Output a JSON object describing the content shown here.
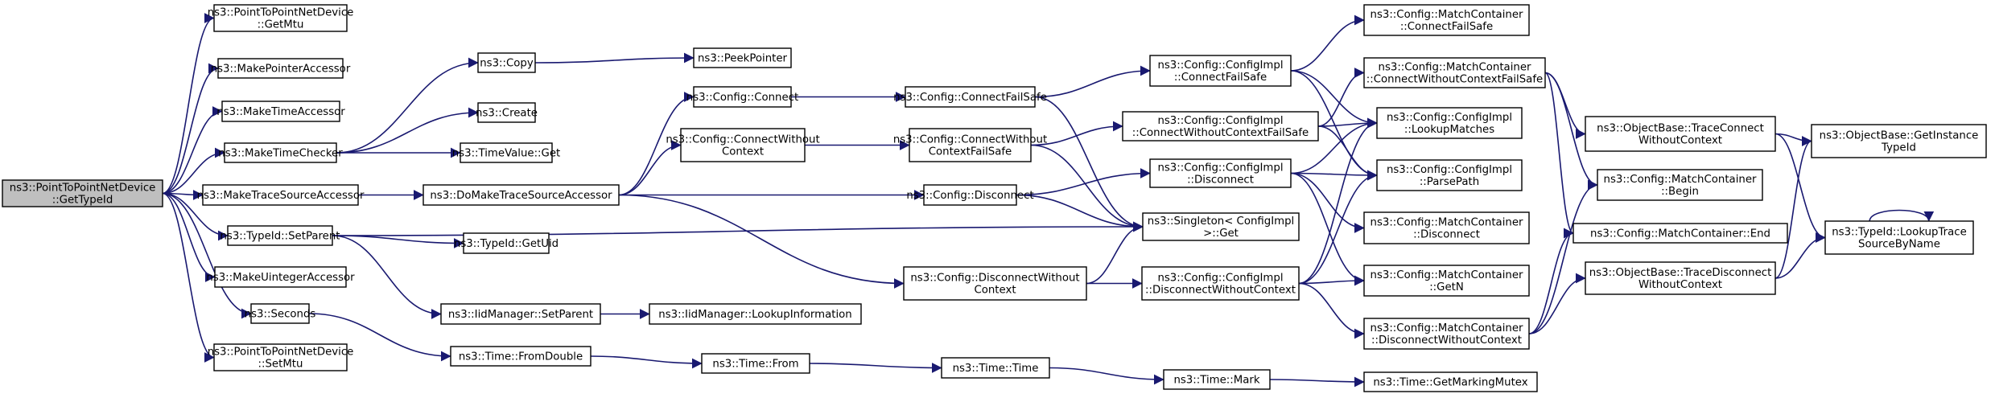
{
  "colors": {
    "edge": "#191970",
    "node_fill": "#ffffff",
    "root_fill": "#bfbfbf",
    "node_border": "#000000"
  },
  "nodes": [
    {
      "id": "root",
      "lines": [
        "ns3::PointToPointNetDevice",
        "::GetTypeId"
      ],
      "root": true
    },
    {
      "id": "getmtu",
      "lines": [
        "ns3::PointToPointNetDevice",
        "::GetMtu"
      ]
    },
    {
      "id": "mkptr",
      "lines": [
        "ns3::MakePointerAccessor"
      ]
    },
    {
      "id": "mktimeacc",
      "lines": [
        "ns3::MakeTimeAccessor"
      ]
    },
    {
      "id": "mktimechk",
      "lines": [
        "ns3::MakeTimeChecker"
      ]
    },
    {
      "id": "mktrace",
      "lines": [
        "ns3::MakeTraceSourceAccessor"
      ]
    },
    {
      "id": "setparent",
      "lines": [
        "ns3::TypeId::SetParent"
      ]
    },
    {
      "id": "mkuint",
      "lines": [
        "ns3::MakeUintegerAccessor"
      ]
    },
    {
      "id": "seconds",
      "lines": [
        "ns3::Seconds"
      ]
    },
    {
      "id": "setmtu",
      "lines": [
        "ns3::PointToPointNetDevice",
        "::SetMtu"
      ]
    },
    {
      "id": "copy",
      "lines": [
        "ns3::Copy"
      ]
    },
    {
      "id": "create",
      "lines": [
        "ns3::Create"
      ]
    },
    {
      "id": "timevalget",
      "lines": [
        "ns3::TimeValue::Get"
      ]
    },
    {
      "id": "domake",
      "lines": [
        "ns3::DoMakeTraceSourceAccessor"
      ]
    },
    {
      "id": "getuid",
      "lines": [
        "ns3::TypeId::GetUid"
      ]
    },
    {
      "id": "iidsetparent",
      "lines": [
        "ns3::IidManager::SetParent"
      ]
    },
    {
      "id": "fromdouble",
      "lines": [
        "ns3::Time::FromDouble"
      ]
    },
    {
      "id": "peek",
      "lines": [
        "ns3::PeekPointer"
      ]
    },
    {
      "id": "cfgconnect",
      "lines": [
        "ns3::Config::Connect"
      ]
    },
    {
      "id": "cfgconnwo",
      "lines": [
        "ns3::Config::ConnectWithout",
        "Context"
      ]
    },
    {
      "id": "iidlookup",
      "lines": [
        "ns3::IidManager::LookupInformation"
      ]
    },
    {
      "id": "timefrom",
      "lines": [
        "ns3::Time::From"
      ]
    },
    {
      "id": "cfgconnfs",
      "lines": [
        "ns3::Config::ConnectFailSafe"
      ]
    },
    {
      "id": "cfgconnwofs",
      "lines": [
        "ns3::Config::ConnectWithout",
        "ContextFailSafe"
      ]
    },
    {
      "id": "cfgdisc",
      "lines": [
        "ns3::Config::Disconnect"
      ]
    },
    {
      "id": "cfgdiscwo",
      "lines": [
        "ns3::Config::DisconnectWithout",
        "Context"
      ]
    },
    {
      "id": "timetime",
      "lines": [
        "ns3::Time::Time"
      ]
    },
    {
      "id": "implconnfs",
      "lines": [
        "ns3::Config::ConfigImpl",
        "::ConnectFailSafe"
      ]
    },
    {
      "id": "implconnwofs",
      "lines": [
        "ns3::Config::ConfigImpl",
        "::ConnectWithoutContextFailSafe"
      ]
    },
    {
      "id": "impldisc",
      "lines": [
        "ns3::Config::ConfigImpl",
        "::Disconnect"
      ]
    },
    {
      "id": "singleton",
      "lines": [
        "ns3::Singleton< ConfigImpl",
        ">::Get"
      ]
    },
    {
      "id": "impldiscwo",
      "lines": [
        "ns3::Config::ConfigImpl",
        "::DisconnectWithoutContext"
      ]
    },
    {
      "id": "timemark",
      "lines": [
        "ns3::Time::Mark"
      ]
    },
    {
      "id": "mcconnfs",
      "lines": [
        "ns3::Config::MatchContainer",
        "::ConnectFailSafe"
      ]
    },
    {
      "id": "mcconnwofs",
      "lines": [
        "ns3::Config::MatchContainer",
        "::ConnectWithoutContextFailSafe"
      ]
    },
    {
      "id": "lookupmatches",
      "lines": [
        "ns3::Config::ConfigImpl",
        "::LookupMatches"
      ]
    },
    {
      "id": "parsepath",
      "lines": [
        "ns3::Config::ConfigImpl",
        "::ParsePath"
      ]
    },
    {
      "id": "mcdisc",
      "lines": [
        "ns3::Config::MatchContainer",
        "::Disconnect"
      ]
    },
    {
      "id": "mcgetn",
      "lines": [
        "ns3::Config::MatchContainer",
        "::GetN"
      ]
    },
    {
      "id": "mcdiscwo",
      "lines": [
        "ns3::Config::MatchContainer",
        "::DisconnectWithoutContext"
      ]
    },
    {
      "id": "markmutex",
      "lines": [
        "ns3::Time::GetMarkingMutex"
      ]
    },
    {
      "id": "obtraceconn",
      "lines": [
        "ns3::ObjectBase::TraceConnect",
        "WithoutContext"
      ]
    },
    {
      "id": "mcbegin",
      "lines": [
        "ns3::Config::MatchContainer",
        "::Begin"
      ]
    },
    {
      "id": "mcend",
      "lines": [
        "ns3::Config::MatchContainer::End"
      ]
    },
    {
      "id": "obtracedisc",
      "lines": [
        "ns3::ObjectBase::TraceDisconnect",
        "WithoutContext"
      ]
    },
    {
      "id": "getinst",
      "lines": [
        "ns3::ObjectBase::GetInstance",
        "TypeId"
      ]
    },
    {
      "id": "lookuptrace",
      "lines": [
        "ns3::TypeId::LookupTrace",
        "SourceByName"
      ]
    }
  ],
  "edges": [
    [
      "root",
      "getmtu"
    ],
    [
      "root",
      "mkptr"
    ],
    [
      "root",
      "mktimeacc"
    ],
    [
      "root",
      "mktimechk"
    ],
    [
      "root",
      "mktrace"
    ],
    [
      "root",
      "setparent"
    ],
    [
      "root",
      "mkuint"
    ],
    [
      "root",
      "seconds"
    ],
    [
      "root",
      "setmtu"
    ],
    [
      "mktimechk",
      "copy"
    ],
    [
      "mktimechk",
      "create"
    ],
    [
      "mktimechk",
      "timevalget"
    ],
    [
      "copy",
      "peek"
    ],
    [
      "mktrace",
      "domake"
    ],
    [
      "domake",
      "cfgconnect"
    ],
    [
      "domake",
      "cfgconnwo"
    ],
    [
      "domake",
      "cfgdisc"
    ],
    [
      "domake",
      "cfgdiscwo"
    ],
    [
      "setparent",
      "getuid"
    ],
    [
      "setparent",
      "iidsetparent"
    ],
    [
      "setparent",
      "singleton"
    ],
    [
      "iidsetparent",
      "iidlookup"
    ],
    [
      "seconds",
      "fromdouble"
    ],
    [
      "fromdouble",
      "timefrom"
    ],
    [
      "timefrom",
      "timetime"
    ],
    [
      "timetime",
      "timemark"
    ],
    [
      "timemark",
      "markmutex"
    ],
    [
      "cfgconnect",
      "cfgconnfs"
    ],
    [
      "cfgconnfs",
      "implconnfs"
    ],
    [
      "cfgconnfs",
      "singleton"
    ],
    [
      "cfgconnwo",
      "cfgconnwofs"
    ],
    [
      "cfgconnwofs",
      "implconnwofs"
    ],
    [
      "cfgconnwofs",
      "singleton"
    ],
    [
      "cfgdisc",
      "impldisc"
    ],
    [
      "cfgdisc",
      "singleton"
    ],
    [
      "cfgdiscwo",
      "impldiscwo"
    ],
    [
      "cfgdiscwo",
      "singleton"
    ],
    [
      "implconnfs",
      "mcconnfs"
    ],
    [
      "implconnfs",
      "lookupmatches"
    ],
    [
      "implconnfs",
      "parsepath"
    ],
    [
      "implconnwofs",
      "mcconnwofs"
    ],
    [
      "implconnwofs",
      "lookupmatches"
    ],
    [
      "implconnwofs",
      "parsepath"
    ],
    [
      "impldisc",
      "lookupmatches"
    ],
    [
      "impldisc",
      "parsepath"
    ],
    [
      "impldisc",
      "mcdisc"
    ],
    [
      "impldisc",
      "mcgetn"
    ],
    [
      "impldiscwo",
      "lookupmatches"
    ],
    [
      "impldiscwo",
      "parsepath"
    ],
    [
      "impldiscwo",
      "mcgetn"
    ],
    [
      "impldiscwo",
      "mcdiscwo"
    ],
    [
      "mcconnwofs",
      "obtraceconn"
    ],
    [
      "mcconnwofs",
      "mcbegin"
    ],
    [
      "mcconnwofs",
      "mcend"
    ],
    [
      "mcdiscwo",
      "mcbegin"
    ],
    [
      "mcdiscwo",
      "mcend"
    ],
    [
      "mcdiscwo",
      "obtracedisc"
    ],
    [
      "obtraceconn",
      "getinst"
    ],
    [
      "obtraceconn",
      "lookuptrace"
    ],
    [
      "obtracedisc",
      "getinst"
    ],
    [
      "obtracedisc",
      "lookuptrace"
    ],
    [
      "lookuptrace",
      "lookuptrace"
    ]
  ]
}
